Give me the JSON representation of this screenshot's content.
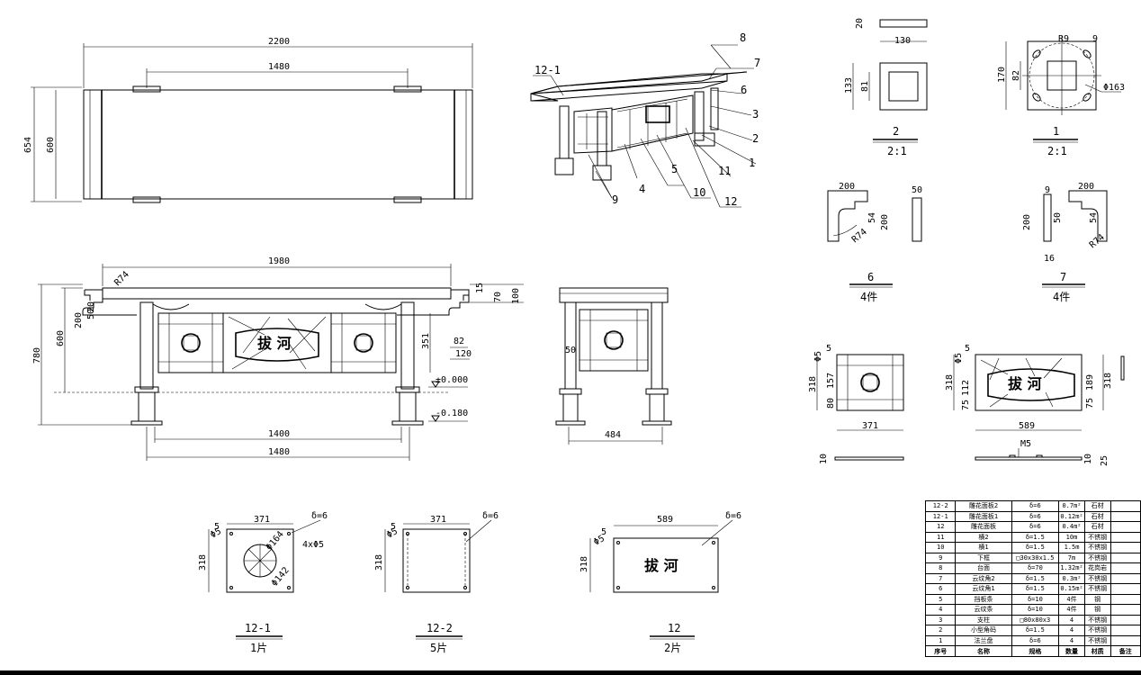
{
  "top_view": {
    "d_length": "2200",
    "d_leg_span": "1480",
    "d_depth": "654",
    "d_inner": "600"
  },
  "iso_view": {
    "callouts": [
      "12-1",
      "8",
      "7",
      "6",
      "3",
      "2",
      "1",
      "11",
      "12",
      "10",
      "5",
      "4",
      "9"
    ]
  },
  "front_view": {
    "d_width": "1980",
    "d_r": "R74",
    "d_50": "50",
    "d_20": "20",
    "d_200": "200",
    "d_600": "600",
    "d_780": "780",
    "d_351": "351",
    "d_82": "82",
    "d_120": "120",
    "d_15": "15",
    "d_70": "70",
    "d_100": "100",
    "d_1400": "1400",
    "d_1480": "1480",
    "lvl_0": "±0.000",
    "lvl_neg": "-0.180",
    "inscription": "拔 河"
  },
  "side_view": {
    "d_50": "50",
    "d_484": "484"
  },
  "part2": {
    "d_20": "20",
    "d_130": "130",
    "d_133": "133",
    "d_81": "81",
    "num": "2",
    "scale": "2:1"
  },
  "part1": {
    "d_r9": "R9",
    "d_9": "9",
    "d_170": "170",
    "d_82": "82",
    "d_dia": "Φ163",
    "num": "1",
    "scale": "2:1"
  },
  "part6": {
    "d_200": "200",
    "d_50": "50",
    "d_54": "54",
    "d_200b": "200",
    "d_r": "R74",
    "num": "6",
    "qty": "4件"
  },
  "part7": {
    "d_9": "9",
    "d_200": "200",
    "d_54": "54",
    "d_200b": "200",
    "d_50": "50",
    "d_16": "16",
    "d_r": "R74",
    "num": "7",
    "qty": "4件"
  },
  "panel_small": {
    "d_5": "5",
    "d_dia": "Φ5",
    "d_157": "157",
    "d_318": "318",
    "d_80": "80",
    "d_371": "371",
    "d_10": "10"
  },
  "panel_large": {
    "d_5": "5",
    "d_dia": "Φ5",
    "d_318": "318",
    "d_112": "112",
    "d_75": "75",
    "d_189": "189",
    "d_75b": "75",
    "d_589": "589",
    "d_318b": "318",
    "d_m5": "M5",
    "d_10": "10",
    "d_25": "25",
    "inscription": "拔 河"
  },
  "plate_12_1": {
    "d_5": "5",
    "d_371": "371",
    "d_delta": "δ=6",
    "d_dia5": "Φ5",
    "d_dia164": "Φ164",
    "d_holes": "4xΦ5",
    "d_dia142": "Φ142",
    "d_318": "318",
    "num": "12-1",
    "qty": "1片"
  },
  "plate_12_2": {
    "d_5": "5",
    "d_371": "371",
    "d_delta": "δ=6",
    "d_dia5": "Φ5",
    "d_318": "318",
    "num": "12-2",
    "qty": "5片"
  },
  "plate_12": {
    "d_5": "5",
    "d_589": "589",
    "d_delta": "δ=6",
    "d_dia5": "Φ5",
    "d_318": "318",
    "num": "12",
    "qty": "2片",
    "inscription": "拔 河"
  },
  "bom": {
    "rows": [
      [
        "12-2",
        "雕花面板2",
        "δ=6",
        "0.7m²",
        "石材",
        ""
      ],
      [
        "12-1",
        "雕花面板1",
        "δ=6",
        "0.12m²",
        "石材",
        ""
      ],
      [
        "12",
        "雕花面板",
        "δ=6",
        "0.4m²",
        "石材",
        ""
      ],
      [
        "11",
        "横2",
        "δ=1.5",
        "10m",
        "不锈钢",
        ""
      ],
      [
        "10",
        "横1",
        "δ=1.5",
        "1.5m",
        "不锈钢",
        ""
      ],
      [
        "9",
        "下框",
        "□30x30x1.5",
        "7m",
        "不锈钢",
        ""
      ],
      [
        "8",
        "台面",
        "δ=70",
        "1.32m²",
        "花岗岩",
        ""
      ],
      [
        "7",
        "云纹角2",
        "δ=1.5",
        "0.3m²",
        "不锈钢",
        ""
      ],
      [
        "6",
        "云纹角1",
        "δ=1.5",
        "0.15m²",
        "不锈钢",
        ""
      ],
      [
        "5",
        "挡板条",
        "δ=10",
        "4件",
        "钢",
        ""
      ],
      [
        "4",
        "云纹条",
        "δ=10",
        "4件",
        "钢",
        ""
      ],
      [
        "3",
        "支柱",
        "□80x80x3",
        "4",
        "不锈钢",
        ""
      ],
      [
        "2",
        "小型角码",
        "δ=1.5",
        "4",
        "不锈钢",
        ""
      ],
      [
        "1",
        "法兰盘",
        "δ=6",
        "4",
        "不锈钢",
        ""
      ]
    ],
    "header": [
      "序号",
      "名称",
      "规格",
      "数量",
      "材质",
      "备注"
    ]
  }
}
